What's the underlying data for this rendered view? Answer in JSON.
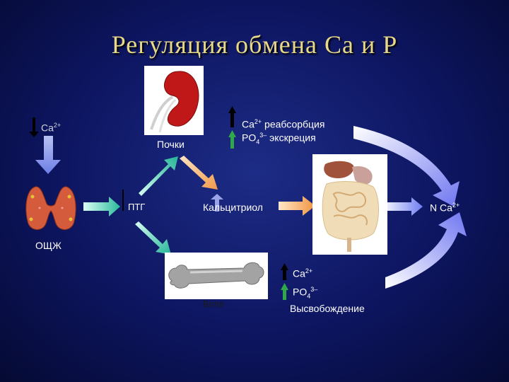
{
  "slide": {
    "title": "Регуляция обмена Ca и P",
    "ca_left": "Ca",
    "ca_left_sup": "2+",
    "kidney_label": "Почки",
    "kidney_ca": "Ca",
    "kidney_ca_sup": "2+",
    "kidney_ca_text": " реабсорбция",
    "kidney_po": "PO",
    "kidney_po_sub": "4",
    "kidney_po_sup": "3–",
    "kidney_po_text": " экскреция",
    "pth_label": "ПТГ",
    "calcitriol_label": "Кальцитриол",
    "n_ca_label": "N Ca",
    "n_ca_sup": "2+",
    "thyroid_label": "ОЩЖ",
    "bone_label": "Bone",
    "bone_ca": "Ca",
    "bone_ca_sup": "2+",
    "bone_po": "PO",
    "bone_po_sub": "4",
    "bone_po_sup": "3–",
    "release_label": "Высвобождение"
  }
}
